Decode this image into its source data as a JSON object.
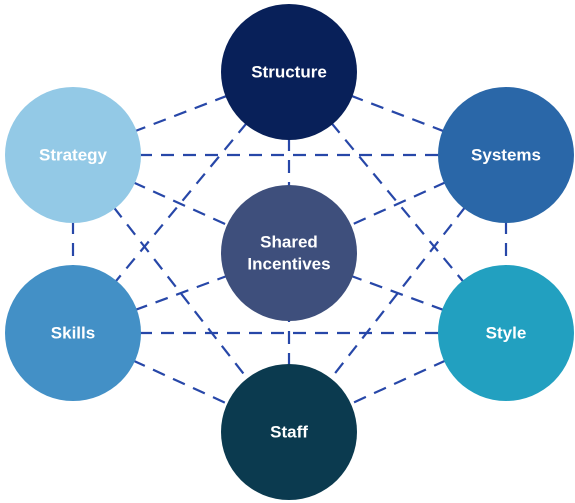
{
  "nodes": [
    {
      "id": "structure",
      "label_lines": [
        "Structure"
      ],
      "color": "#082059"
    },
    {
      "id": "strategy",
      "label_lines": [
        "Strategy"
      ],
      "color": "#93c9e6"
    },
    {
      "id": "systems",
      "label_lines": [
        "Systems"
      ],
      "color": "#2a67a8"
    },
    {
      "id": "shared",
      "label_lines": [
        "Shared",
        "Incentives"
      ],
      "color": "#3e4f7c"
    },
    {
      "id": "skills",
      "label_lines": [
        "Skills"
      ],
      "color": "#4390c6"
    },
    {
      "id": "style",
      "label_lines": [
        "Style"
      ],
      "color": "#22a0c0"
    },
    {
      "id": "staff",
      "label_lines": [
        "Staff"
      ],
      "color": "#0b3a4f"
    }
  ],
  "edges": [
    [
      "structure",
      "strategy"
    ],
    [
      "structure",
      "systems"
    ],
    [
      "structure",
      "skills"
    ],
    [
      "structure",
      "style"
    ],
    [
      "structure",
      "shared"
    ],
    [
      "strategy",
      "systems"
    ],
    [
      "strategy",
      "skills"
    ],
    [
      "strategy",
      "staff"
    ],
    [
      "strategy",
      "shared"
    ],
    [
      "systems",
      "style"
    ],
    [
      "systems",
      "staff"
    ],
    [
      "systems",
      "shared"
    ],
    [
      "skills",
      "style"
    ],
    [
      "skills",
      "staff"
    ],
    [
      "skills",
      "shared"
    ],
    [
      "style",
      "staff"
    ],
    [
      "style",
      "shared"
    ],
    [
      "staff",
      "shared"
    ]
  ],
  "colors": {
    "connector": "#2747a8",
    "label_text": "#ffffff",
    "background": "#ffffff"
  }
}
